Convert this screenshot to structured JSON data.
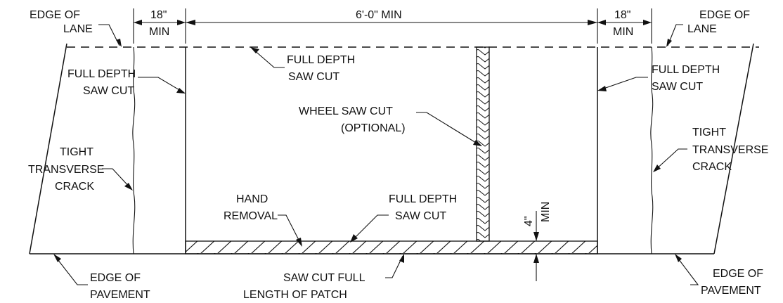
{
  "labels": {
    "edge_of_lane_left": [
      "EDGE OF",
      "LANE"
    ],
    "edge_of_lane_right": [
      "EDGE OF",
      "LANE"
    ],
    "dim_left": [
      "18\"",
      "MIN"
    ],
    "dim_right": [
      "18\"",
      "MIN"
    ],
    "dim_center": "6'-0\" MIN",
    "full_depth_top": [
      "FULL DEPTH",
      "SAW CUT"
    ],
    "full_depth_left": [
      "FULL DEPTH",
      "SAW CUT"
    ],
    "full_depth_right": [
      "FULL DEPTH",
      "SAW CUT"
    ],
    "wheel_saw_cut": [
      "WHEEL SAW CUT",
      "(OPTIONAL)"
    ],
    "tight_crack_left": [
      "TIGHT",
      "TRANSVERSE",
      "CRACK"
    ],
    "tight_crack_right": [
      "TIGHT",
      "TRANSVERSE",
      "CRACK"
    ],
    "hand_removal": [
      "HAND",
      "REMOVAL"
    ],
    "full_depth_bottom": [
      "FULL DEPTH",
      "SAW CUT"
    ],
    "dim_4in": [
      "4\"",
      "MIN"
    ],
    "edge_of_pavement_left": [
      "EDGE OF",
      "PAVEMENT"
    ],
    "edge_of_pavement_right": [
      "EDGE OF",
      "PAVEMENT"
    ],
    "saw_cut_full_length": [
      "SAW CUT FULL",
      "LENGTH OF PATCH"
    ]
  }
}
